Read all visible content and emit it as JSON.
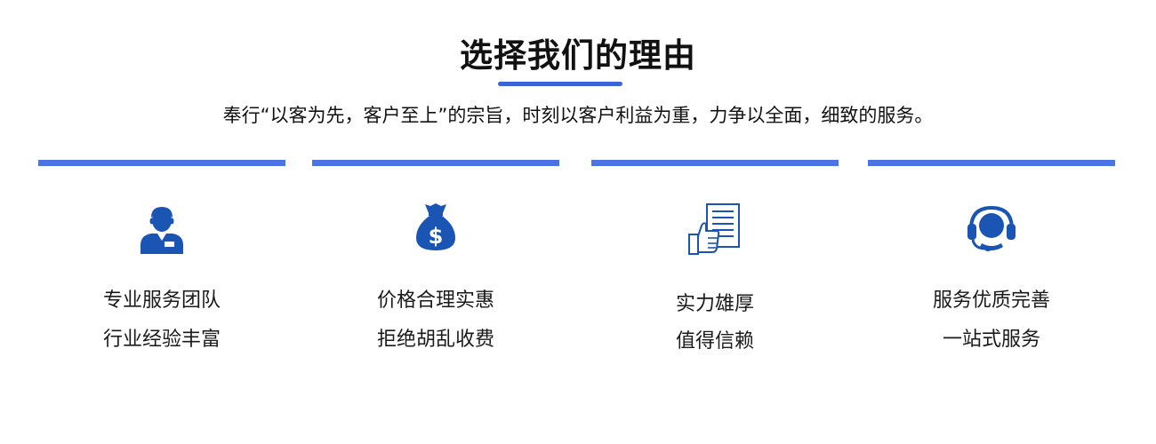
{
  "title": "选择我们的理由",
  "subtitle": "奉行“以客为先，客户至上”的宗旨，时刻以客户利益为重，力争以全面，细致的服务。",
  "colors": {
    "accent_bar": "#4c73e6",
    "icon_blue": "#1a55b3"
  },
  "features": [
    {
      "icon": "service-team-person-icon",
      "line1": "专业服务团队",
      "line2": "行业经验丰富"
    },
    {
      "icon": "money-bag-dollar-icon",
      "line1": "价格合理实惠",
      "line2": "拒绝胡乱收费"
    },
    {
      "icon": "thumbs-up-document-icon",
      "line1": "实力雄厚",
      "line2": "值得信赖"
    },
    {
      "icon": "headset-support-icon",
      "line1": "服务优质完善",
      "line2": "一站式服务"
    }
  ]
}
